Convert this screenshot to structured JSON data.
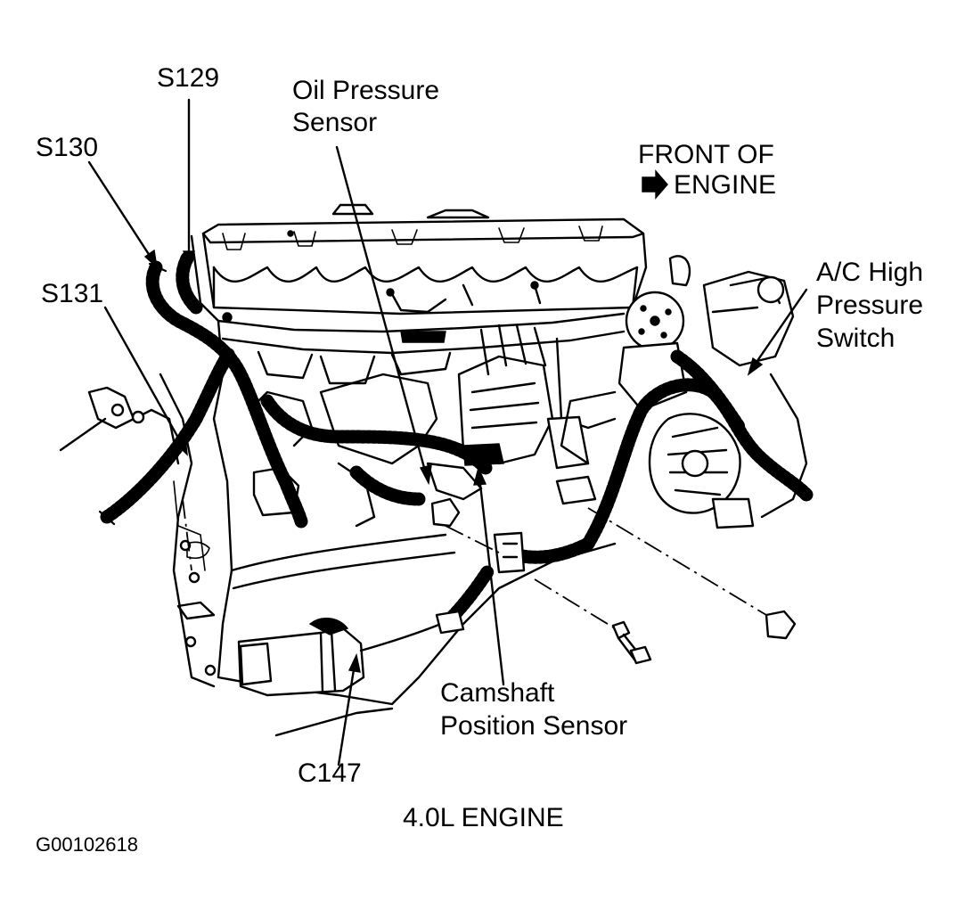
{
  "labels": {
    "s129": "S129",
    "s130": "S130",
    "s131": "S131",
    "oil_pressure_line1": "Oil Pressure",
    "oil_pressure_line2": "Sensor",
    "front_line1": "FRONT OF",
    "front_line2": "ENGINE",
    "ac_line1": "A/C High",
    "ac_line2": "Pressure",
    "ac_line3": "Switch",
    "camshaft_line1": "Camshaft",
    "camshaft_line2": "Position Sensor",
    "c147": "C147",
    "caption": "4.0L ENGINE",
    "figure_id": "G00102618"
  },
  "icons": {
    "front_arrow": "right-arrow-icon"
  }
}
